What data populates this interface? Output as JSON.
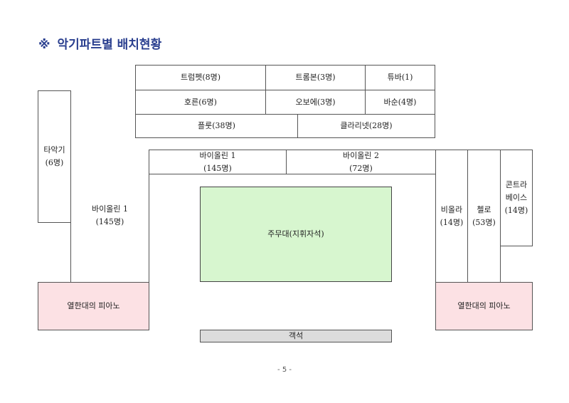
{
  "title": {
    "mark": "※",
    "text": "악기파트별 배치현황"
  },
  "boxes": {
    "trumpet": "트럼펫(8명)",
    "trombone": "트롬본(3명)",
    "tuba": "튜바(1)",
    "horn": "호른(6명)",
    "oboe": "오보에(3명)",
    "bassoon": "바순(4명)",
    "flute": "플룻(38명)",
    "clarinet": "클라리넷(28명)",
    "percussion": "타악기\n(6명)",
    "violin1_left": "바이올린 1\n(145명)",
    "violin1_top": "바이올린 1\n(145명)",
    "violin2_top": "바이올린 2\n(72명)",
    "viola": "비올라\n(14명)",
    "cello": "첼로\n(53명)",
    "contrabass": "콘트라\n베이스\n(14명)",
    "stage": "주무대(지휘자석)",
    "piano_left": "열한대의 피아노",
    "piano_right": "열한대의 피아노",
    "audience": "객석"
  },
  "page_number": "- 5 -"
}
